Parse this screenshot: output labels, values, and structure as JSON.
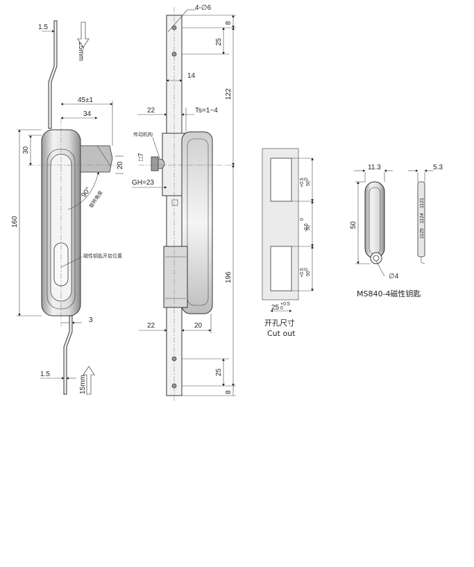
{
  "labels": {
    "top_strip_width": "1.5",
    "top_travel": "15mm",
    "handle_offset_total": "45±1",
    "handle_offset": "34",
    "handle_top": "30",
    "bolt_size": "20",
    "angle": "90°",
    "angle_note": "旋转角度",
    "magnet_note": "磁性钥匙开启位置",
    "handle_height": "160",
    "bottom_offset": "3",
    "bottom_strip_width": "1.5",
    "bottom_travel": "15mm",
    "holes": "4-∅6",
    "top_edge": "8",
    "top_hole_pitch": "25",
    "rod_width": "14",
    "upper_length": "122",
    "depth_22": "22",
    "ts": "Ts=1~4",
    "drive_note": "传动机构",
    "square": "□7",
    "gh": "GH=23",
    "lower_length": "196",
    "bottom_22": "22",
    "bottom_20": "20",
    "bottom_hole_pitch": "25",
    "bottom_edge": "8",
    "cutout_50_a": "50",
    "cutout_tol_a_plus": "+0.5",
    "cutout_tol_a_minus": "0",
    "cutout_50_b": "50",
    "cutout_tol_b_plus": "0",
    "cutout_tol_b_minus": "-0.5",
    "cutout_50_c": "50",
    "cutout_tol_c_plus": "+0.5",
    "cutout_tol_c_minus": "0",
    "cutout_width": "25",
    "cutout_w_plus": "+0.5",
    "cutout_w_minus": "0",
    "cutout_title_cn": "开孔尺寸",
    "cutout_title_en": "Cut out",
    "key_width": "11.3",
    "key_thickness": "5.3",
    "key_length": "50",
    "key_hole": "∅4",
    "key_codes": [
      "1121",
      "1124",
      "1125"
    ],
    "key_title": "MS840-4磁性钥匙"
  }
}
